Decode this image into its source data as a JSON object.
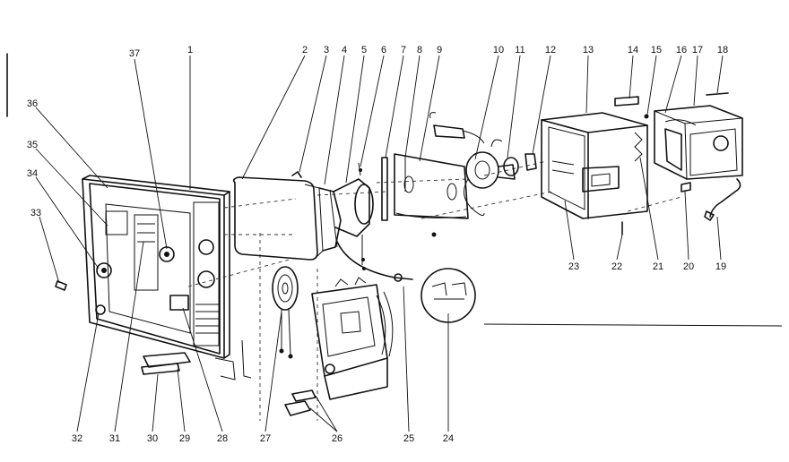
{
  "labels": [
    {
      "id": "1",
      "text": "1"
    },
    {
      "id": "2",
      "text": "2"
    },
    {
      "id": "3",
      "text": "3"
    },
    {
      "id": "4",
      "text": "4"
    },
    {
      "id": "5",
      "text": "5"
    },
    {
      "id": "6",
      "text": "6"
    },
    {
      "id": "7",
      "text": "7"
    },
    {
      "id": "8",
      "text": "8"
    },
    {
      "id": "9",
      "text": "9"
    },
    {
      "id": "10",
      "text": "10"
    },
    {
      "id": "11",
      "text": "11"
    },
    {
      "id": "12",
      "text": "12"
    },
    {
      "id": "13",
      "text": "13"
    },
    {
      "id": "14",
      "text": "14"
    },
    {
      "id": "15",
      "text": "15"
    },
    {
      "id": "16",
      "text": "16"
    },
    {
      "id": "17",
      "text": "17"
    },
    {
      "id": "18",
      "text": "18"
    },
    {
      "id": "19",
      "text": "19"
    },
    {
      "id": "20",
      "text": "20"
    },
    {
      "id": "21",
      "text": "21"
    },
    {
      "id": "22",
      "text": "22"
    },
    {
      "id": "23",
      "text": "23"
    },
    {
      "id": "24",
      "text": "24"
    },
    {
      "id": "25",
      "text": "25"
    },
    {
      "id": "26",
      "text": "26"
    },
    {
      "id": "27",
      "text": "27"
    },
    {
      "id": "28",
      "text": "28"
    },
    {
      "id": "29",
      "text": "29"
    },
    {
      "id": "30",
      "text": "30"
    },
    {
      "id": "31",
      "text": "31"
    },
    {
      "id": "32",
      "text": "32"
    },
    {
      "id": "33",
      "text": "33"
    },
    {
      "id": "34",
      "text": "34"
    },
    {
      "id": "35",
      "text": "35"
    },
    {
      "id": "36",
      "text": "36"
    },
    {
      "id": "37",
      "text": "37"
    }
  ],
  "colors": {
    "ink": "#111111",
    "background": "#ffffff"
  }
}
